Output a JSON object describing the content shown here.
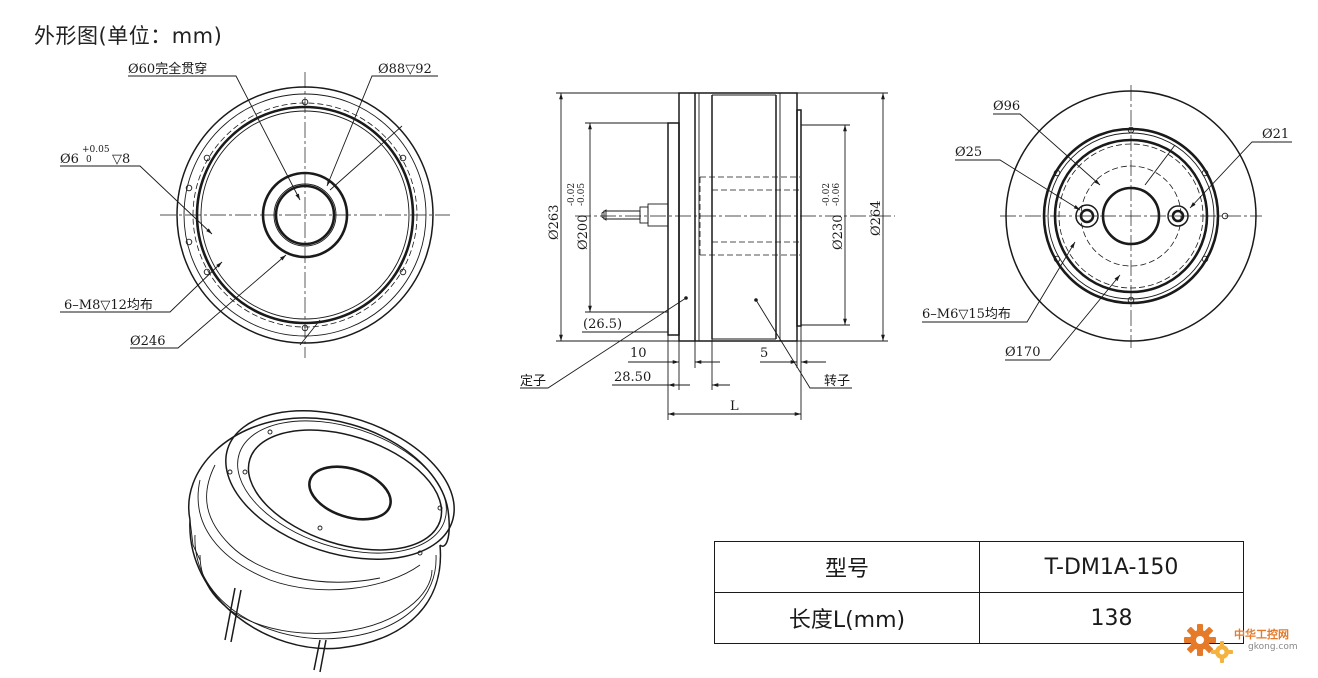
{
  "title": "外形图(单位：mm)",
  "front_view": {
    "labels": {
      "bore": "Ø60完全贯穿",
      "counterbore": "Ø88▽92",
      "pin_hole_main": "Ø6",
      "pin_tol_upper": "+0.05",
      "pin_tol_lower": "0",
      "pin_depth": "▽8",
      "threaded": "6–M8▽12均布",
      "pcd": "Ø246"
    }
  },
  "side_view": {
    "labels": {
      "d263": "Ø263",
      "d200": "Ø200",
      "d200_tol_upper": "-0.02",
      "d200_tol_lower": "-0.05",
      "d230": "Ø230",
      "d230_tol_upper": "-0.02",
      "d230_tol_lower": "-0.06",
      "d264": "Ø264",
      "offset": "(26.5)",
      "w10": "10",
      "w5": "5",
      "w28": "28.50",
      "length": "L",
      "stator": "定子",
      "rotor": "转子"
    }
  },
  "rear_view": {
    "labels": {
      "d96": "Ø96",
      "d21": "Ø21",
      "d25": "Ø25",
      "threaded": "6–M6▽15均布",
      "d170": "Ø170"
    }
  },
  "spec_table": {
    "rows": [
      {
        "key": "型号",
        "value": "T-DM1A-150"
      },
      {
        "key": "长度L(mm)",
        "value": "138"
      }
    ]
  },
  "watermark": {
    "text": "中华工控网",
    "url": "gkong.com"
  },
  "colors": {
    "line": "#1a1a1a",
    "watermark": "#e57b2a"
  }
}
